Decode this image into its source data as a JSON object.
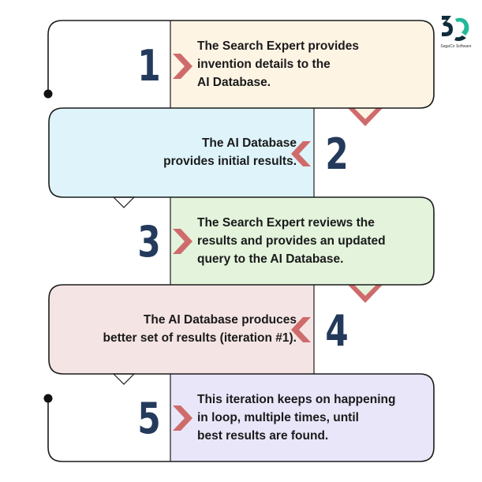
{
  "logo": {
    "caption": "SagaCo Software",
    "colors": {
      "dark": "#0f2d3c",
      "accent": "#21b99a"
    }
  },
  "steps": [
    {
      "number": "1",
      "lines": [
        "The Search Expert provides",
        "invention details to the",
        "AI Database."
      ],
      "fill": "#fef4e4"
    },
    {
      "number": "2",
      "lines": [
        "The AI Database",
        "provides initial results."
      ],
      "fill": "#def4fa"
    },
    {
      "number": "3",
      "lines": [
        "The Search Expert reviews the",
        "results and provides an updated",
        "query to the AI Database."
      ],
      "fill": "#e3f3dc"
    },
    {
      "number": "4",
      "lines": [
        "The AI Database produces",
        "better set of results (iteration #1)."
      ],
      "fill": "#f5e4e4"
    },
    {
      "number": "5",
      "lines": [
        "This iteration keeps on happening",
        "in loop, multiple times, until",
        "best results are found."
      ],
      "fill": "#e9e6fa"
    }
  ],
  "colors": {
    "outline": "#1c1c1c",
    "chevron": "#cf6b6b",
    "number": "#243a5c"
  }
}
